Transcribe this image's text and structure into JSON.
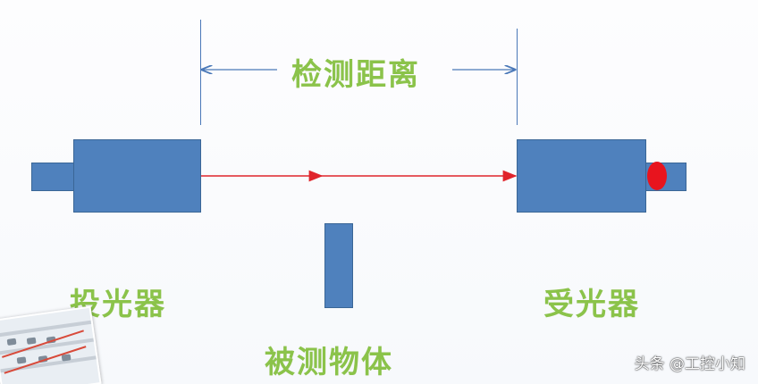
{
  "diagram": {
    "distance_label": "检测距离",
    "emitter_label": "投光器",
    "receiver_label": "受光器",
    "object_label": "被测物体"
  },
  "watermark": {
    "text": "头条 @工控小知"
  },
  "colors": {
    "block_fill": "#4f81bd",
    "block_border": "#3a6696",
    "label_green": "#8bc34a",
    "beam_red": "#e0242b",
    "dimension_line": "#4a78b8",
    "indicator_red": "#e8141e"
  }
}
